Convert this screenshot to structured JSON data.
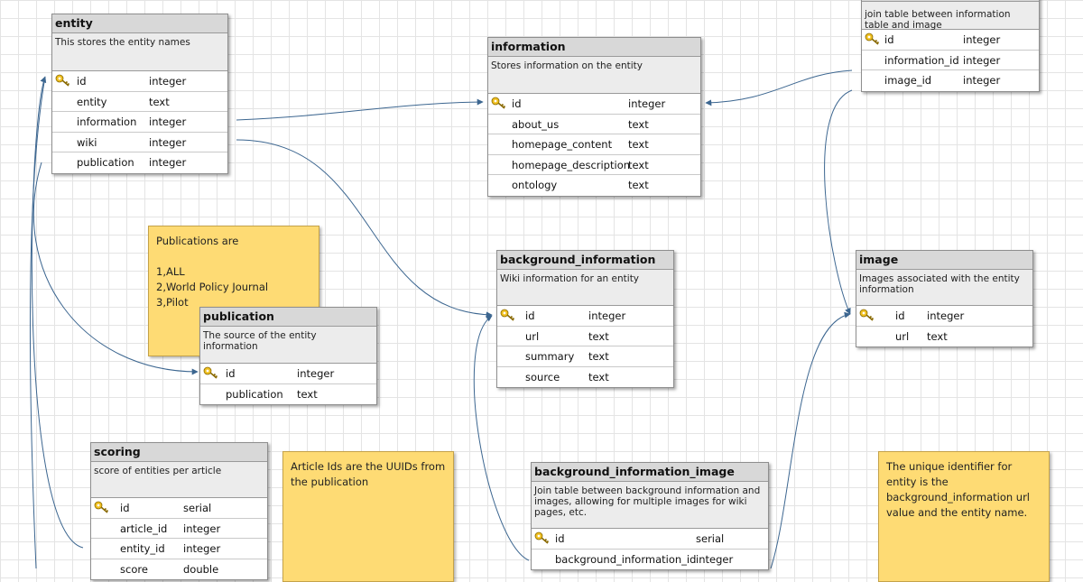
{
  "tables": {
    "entity": {
      "name": "entity",
      "description": "This stores the entity names",
      "columns": [
        {
          "name": "id",
          "type": "integer",
          "pk": true
        },
        {
          "name": "entity",
          "type": "text"
        },
        {
          "name": "information",
          "type": "integer"
        },
        {
          "name": "wiki",
          "type": "integer"
        },
        {
          "name": "publication",
          "type": "integer"
        }
      ]
    },
    "information": {
      "name": "information",
      "description": "Stores information on the entity",
      "columns": [
        {
          "name": "id",
          "type": "integer",
          "pk": true
        },
        {
          "name": "about_us",
          "type": "text"
        },
        {
          "name": "homepage_content",
          "type": "text"
        },
        {
          "name": "homepage_description",
          "type": "text"
        },
        {
          "name": "ontology",
          "type": "text"
        }
      ]
    },
    "information_image": {
      "description": "join table between information table and image",
      "columns": [
        {
          "name": "id",
          "type": "integer",
          "pk": true
        },
        {
          "name": "information_id",
          "type": "integer"
        },
        {
          "name": "image_id",
          "type": "integer"
        }
      ]
    },
    "background_information": {
      "name": "background_information",
      "description": "Wiki information for an entity",
      "columns": [
        {
          "name": "id",
          "type": "integer",
          "pk": true
        },
        {
          "name": "url",
          "type": "text"
        },
        {
          "name": "summary",
          "type": "text"
        },
        {
          "name": "source",
          "type": "text"
        }
      ]
    },
    "image": {
      "name": "image",
      "description": "Images associated with the entity information",
      "columns": [
        {
          "name": "id",
          "type": "integer",
          "pk": true
        },
        {
          "name": "url",
          "type": "text"
        }
      ]
    },
    "publication": {
      "name": "publication",
      "description": "The source of the entity information",
      "columns": [
        {
          "name": "id",
          "type": "integer",
          "pk": true
        },
        {
          "name": "publication",
          "type": "text"
        }
      ]
    },
    "scoring": {
      "name": "scoring",
      "description": "score of entities per article",
      "columns": [
        {
          "name": "id",
          "type": "serial",
          "pk": true
        },
        {
          "name": "article_id",
          "type": "integer"
        },
        {
          "name": "entity_id",
          "type": "integer"
        },
        {
          "name": "score",
          "type": "double"
        }
      ]
    },
    "background_information_image": {
      "name": "background_information_image",
      "description": "Join table between background information and images, allowing for multiple images for wiki pages, etc.",
      "columns": [
        {
          "name": "id",
          "type": "serial",
          "pk": true
        },
        {
          "name": "background_information_id",
          "type": "integer"
        }
      ]
    }
  },
  "notes": {
    "publications": "Publications are\n\n1,ALL\n2,World Policy Journal\n3,Pilot",
    "article_ids": "Article Ids are the UUIDs from the publication",
    "unique_identifier": "The unique identifier for entity is the background_information url value and the entity name."
  },
  "colors": {
    "connector": "#3c6690",
    "note_fill": "#fedb74",
    "header_fill": "#d8d8d8",
    "key_icon": "#f0c020"
  }
}
